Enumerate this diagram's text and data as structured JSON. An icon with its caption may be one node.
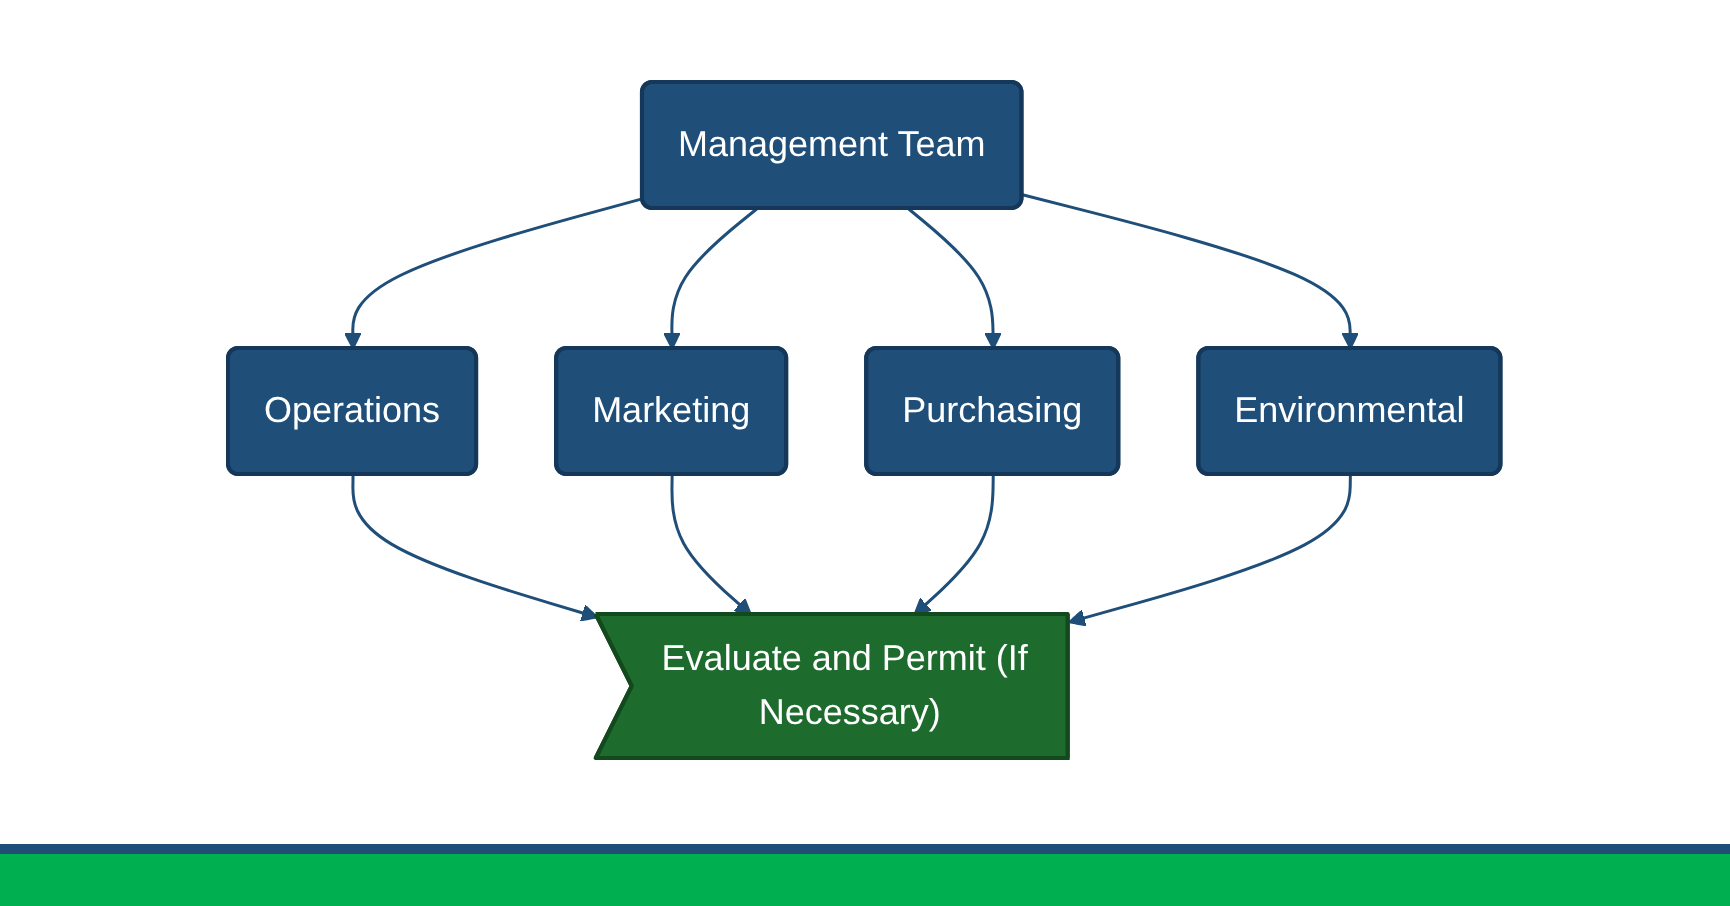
{
  "diagram": {
    "nodes": [
      {
        "text": [
          "Management Team"
        ]
      },
      {
        "text": [
          "Operations"
        ]
      },
      {
        "text": [
          "Marketing"
        ]
      },
      {
        "text": [
          "Purchasing"
        ]
      },
      {
        "text": [
          "Environmental"
        ]
      },
      {
        "text": [
          "Evaluate and Permit (If Necessary)"
        ]
      }
    ],
    "edges": [
      {
        "from": 0,
        "to": 1,
        "arrow": "to"
      },
      {
        "from": 0,
        "to": 2,
        "arrow": "to"
      },
      {
        "from": 0,
        "to": 3,
        "arrow": "to"
      },
      {
        "from": 0,
        "to": 4,
        "arrow": "to"
      },
      {
        "from": 1,
        "to": 5,
        "arrow": "to"
      },
      {
        "from": 2,
        "to": 5,
        "arrow": "to"
      },
      {
        "from": 3,
        "to": 5,
        "arrow": "to"
      },
      {
        "from": 4,
        "to": 5,
        "arrow": "to"
      }
    ]
  }
}
